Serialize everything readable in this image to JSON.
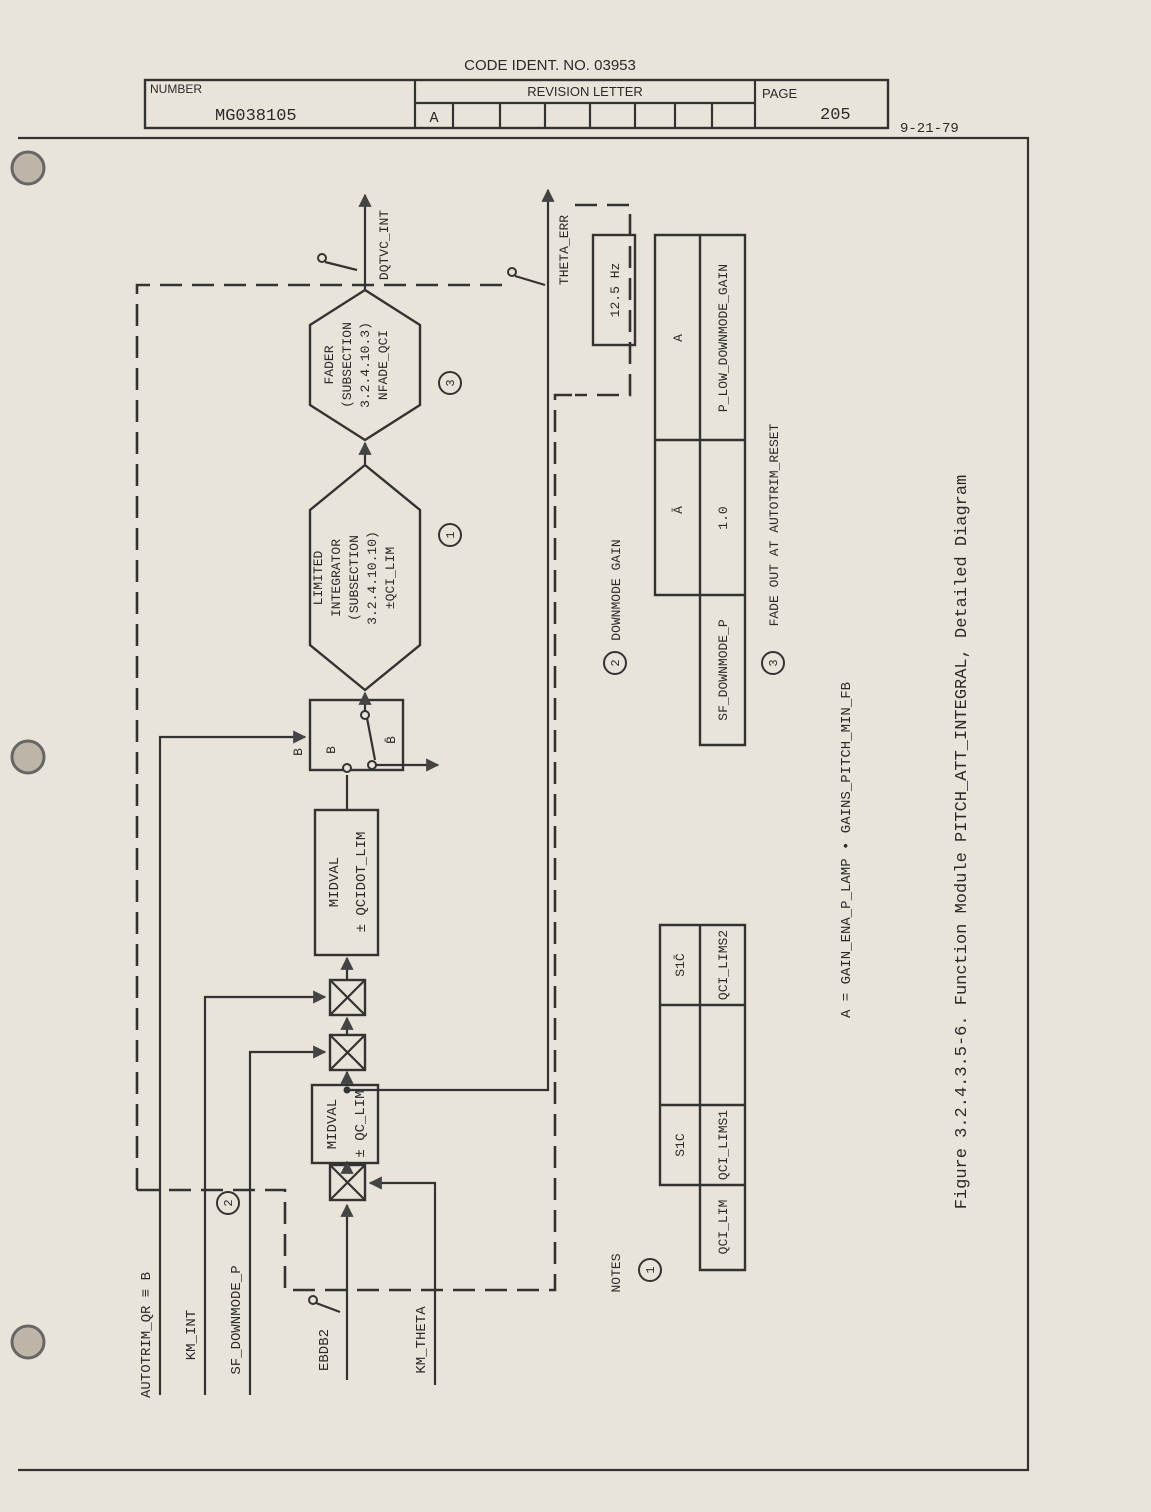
{
  "header": {
    "code_ident": "CODE IDENT. NO. 03953",
    "number_label": "NUMBER",
    "number_value": "MG038105",
    "revision_label": "REVISION LETTER",
    "revision_value": "A",
    "page_label": "PAGE",
    "page_value": "205",
    "date": "9-21-79"
  },
  "diagram": {
    "inputs": {
      "autotrim": "AUTOTRIM_QR ≡ B",
      "km_int": "KM_INT",
      "sf_downmode": "SF_DOWNMODE_P",
      "ebdb2": "EBDB2",
      "km_theta": "KM_THETA"
    },
    "midval1": {
      "line1": "MIDVAL",
      "line2": "± QC_LIM"
    },
    "midval2": {
      "line1": "MIDVAL",
      "line2": "± QCIDOT_LIM"
    },
    "switch": {
      "b_top": "B",
      "b_in": "B",
      "b_bar": "B̄"
    },
    "integrator": {
      "line1": "LIMITED",
      "line2": "INTEGRATOR",
      "line3": "(SUBSECTION",
      "line4": "3.2.4.10.10)",
      "line5": "±QCI_LIM",
      "note": "1"
    },
    "fader": {
      "line1": "FADER",
      "line2": "(SUBSECTION",
      "line3": "3.2.4.10.3)",
      "line4": "NFADE_QCI",
      "note": "3"
    },
    "output": "DQTVC_INT",
    "theta_err": "THETA_ERR",
    "filter": "12.5 Hz",
    "note2_marker": "2",
    "gain_table": {
      "header": [
        "",
        "Ā",
        "A"
      ],
      "row": [
        "SF_DOWNMODE_P",
        "1.0",
        "P_LOW_DOWNMODE_GAIN"
      ]
    },
    "lim_table": {
      "header": [
        "",
        "S1C",
        "S1C̄"
      ],
      "row": [
        "QCI_LIM",
        "QCI_LIMS1",
        "QCI_LIMS2"
      ]
    },
    "notes": {
      "title": "NOTES",
      "items": [
        {
          "num": "1",
          "text": ""
        },
        {
          "num": "2",
          "text": "DOWNMODE GAIN"
        },
        {
          "num": "3",
          "text": "FADE OUT AT AUTOTRIM_RESET"
        }
      ]
    },
    "definition": "A = GAIN_ENA_P_LAMP • GAINS_PITCH_MIN_FB",
    "caption": "Figure 3.2.4.3.5-6.  Function Module PITCH_ATT_INTEGRAL, Detailed Diagram"
  }
}
